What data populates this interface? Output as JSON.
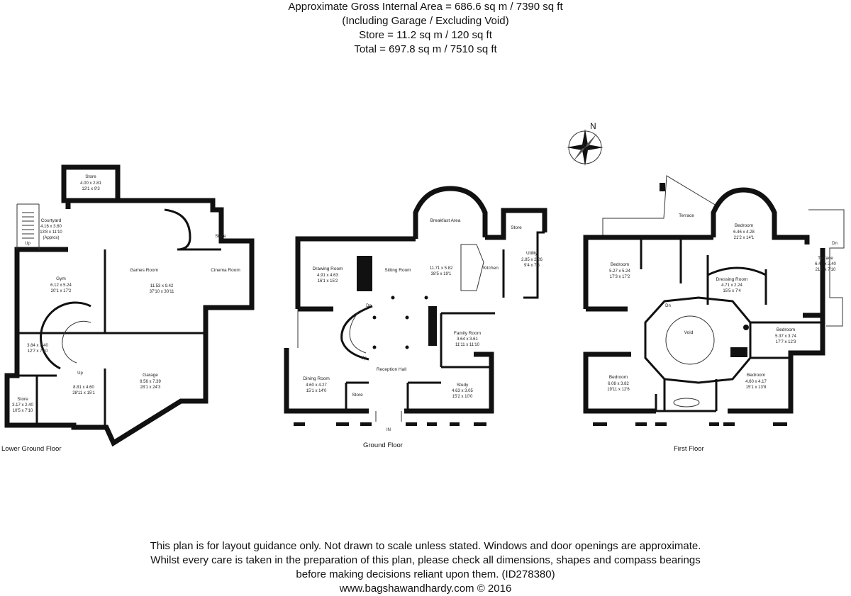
{
  "header": {
    "line1": "Approximate Gross Internal Area = 686.6 sq m / 7390 sq ft",
    "line2": "(Including Garage / Excluding Void)",
    "line3": "Store = 11.2 sq m / 120 sq ft",
    "line4": "Total =  697.8 sq m / 7510 sq ft"
  },
  "compass": {
    "label": "N"
  },
  "floors": {
    "lower_ground": {
      "label": "Lower Ground Floor",
      "rooms": [
        {
          "name": "Store",
          "dim1": "4.00 x 2.81",
          "dim2": "13'1 x 9'3"
        },
        {
          "name": "Courtyard",
          "dim1": "4.16 x 3.60",
          "dim2": "13'8 x 11'10",
          "note": "(Approx)"
        },
        {
          "name": "Gym",
          "dim1": "6.12 x 5.24",
          "dim2": "20'1 x 17'2"
        },
        {
          "name": "Games Room",
          "dim1": "11.53 x 9.42",
          "dim2": "37'10 x 30'11"
        },
        {
          "name": "Cinema Room"
        },
        {
          "name": "Store"
        },
        {
          "name": "",
          "dim1": "3.84 x 2.40",
          "dim2": "12'7 x 7'10"
        },
        {
          "name": "",
          "dim1": "8.81 x 4.60",
          "dim2": "28'11 x 15'1"
        },
        {
          "name": "Garage",
          "dim1": "8.56 x 7.39",
          "dim2": "28'1 x 24'3"
        },
        {
          "name": "Store",
          "dim1": "3.17 x 2.40",
          "dim2": "10'5 x 7'10"
        }
      ],
      "up1": "Up",
      "up2": "Up"
    },
    "ground": {
      "label": "Ground Floor",
      "rooms": [
        {
          "name": "Breakfast Area"
        },
        {
          "name": "Drawing Room",
          "dim1": "4.91 x 4.63",
          "dim2": "16'1 x 15'2"
        },
        {
          "name": "Sitting Room"
        },
        {
          "name": "",
          "dim1": "11.71 x 5.82",
          "dim2": "38'5 x 19'1"
        },
        {
          "name": "Kitchen"
        },
        {
          "name": "Store"
        },
        {
          "name": "Utility",
          "dim1": "2.85 x 2.26",
          "dim2": "9'4 x 7'5"
        },
        {
          "name": "Family Room",
          "dim1": "3.64 x 3.61",
          "dim2": "11'11 x 11'10"
        },
        {
          "name": "Reception Hall"
        },
        {
          "name": "Dining Room",
          "dim1": "4.60 x 4.27",
          "dim2": "15'1 x 14'0"
        },
        {
          "name": "Store"
        },
        {
          "name": "Study",
          "dim1": "4.63 x 3.05",
          "dim2": "15'2 x 10'0"
        }
      ],
      "dn": "Dn",
      "up": "Up",
      "in": "IN"
    },
    "first": {
      "label": "First Floor",
      "rooms": [
        {
          "name": "Terrace"
        },
        {
          "name": "Bedroom",
          "dim1": "6.46 x 4.28",
          "dim2": "21'2 x 14'1"
        },
        {
          "name": "Bedroom",
          "dim1": "5.27 x 5.24",
          "dim2": "17'3 x 17'2"
        },
        {
          "name": "Dressing Room",
          "dim1": "4.71 x 2.24",
          "dim2": "15'5 x 7'4"
        },
        {
          "name": "Terrace",
          "dim1": "6.40 x 2.40",
          "dim2": "21'0 x 7'10"
        },
        {
          "name": "Void"
        },
        {
          "name": "Bedroom",
          "dim1": "5.37 x 3.74",
          "dim2": "17'7 x 12'3"
        },
        {
          "name": "Bedroom",
          "dim1": "6.08 x 3.82",
          "dim2": "19'11 x 12'6"
        },
        {
          "name": "Bedroom",
          "dim1": "4.60 x 4.17",
          "dim2": "15'1 x 13'8"
        }
      ],
      "dn1": "Dn",
      "dn2": "Dn"
    }
  },
  "footer": {
    "line1": "This plan is for layout guidance only. Not drawn to scale unless stated. Windows and door openings are approximate.",
    "line2": "Whilst every care is taken in the preparation of this plan, please check all dimensions, shapes and compass bearings",
    "line3": "before making decisions reliant upon them. (ID278380)",
    "line4": "www.bagshawandhardy.com © 2016"
  }
}
